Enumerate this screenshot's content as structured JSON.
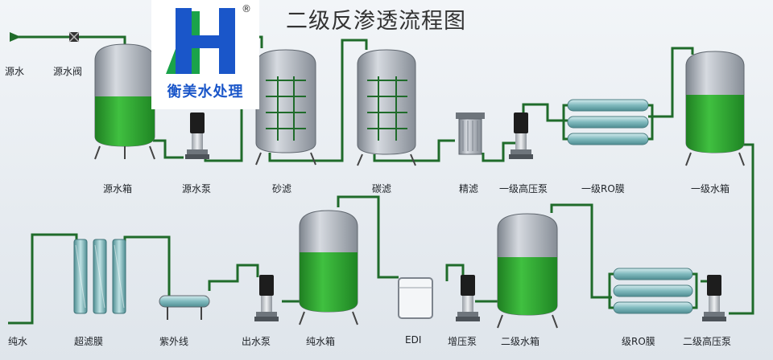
{
  "title": "二级反渗透流程图",
  "logo": {
    "name": "衡美水处理",
    "registered": "®"
  },
  "colors": {
    "pipe": "#1f6b2a",
    "water": "#2fa82f",
    "tank": "#a9afb8",
    "membrane": "#8fc6c9"
  },
  "labels": {
    "raw_water": "源水",
    "raw_water_valve": "源水阀",
    "raw_water_tank": "源水箱",
    "raw_water_pump": "源水泵",
    "sand_filter": "砂滤",
    "carbon_filter": "碳滤",
    "fine_filter": "精滤",
    "primary_hp_pump": "一级高压泵",
    "primary_ro": "一级RO膜",
    "primary_tank": "一级水箱",
    "pure_water": "纯水",
    "uf_membrane": "超滤膜",
    "uv": "紫外线",
    "outlet_pump": "出水泵",
    "pure_tank": "纯水箱",
    "edi": "EDI",
    "booster_pump": "增压泵",
    "secondary_tank": "二级水箱",
    "secondary_ro": "级RO膜",
    "secondary_hp_pump": "二级高压泵"
  }
}
